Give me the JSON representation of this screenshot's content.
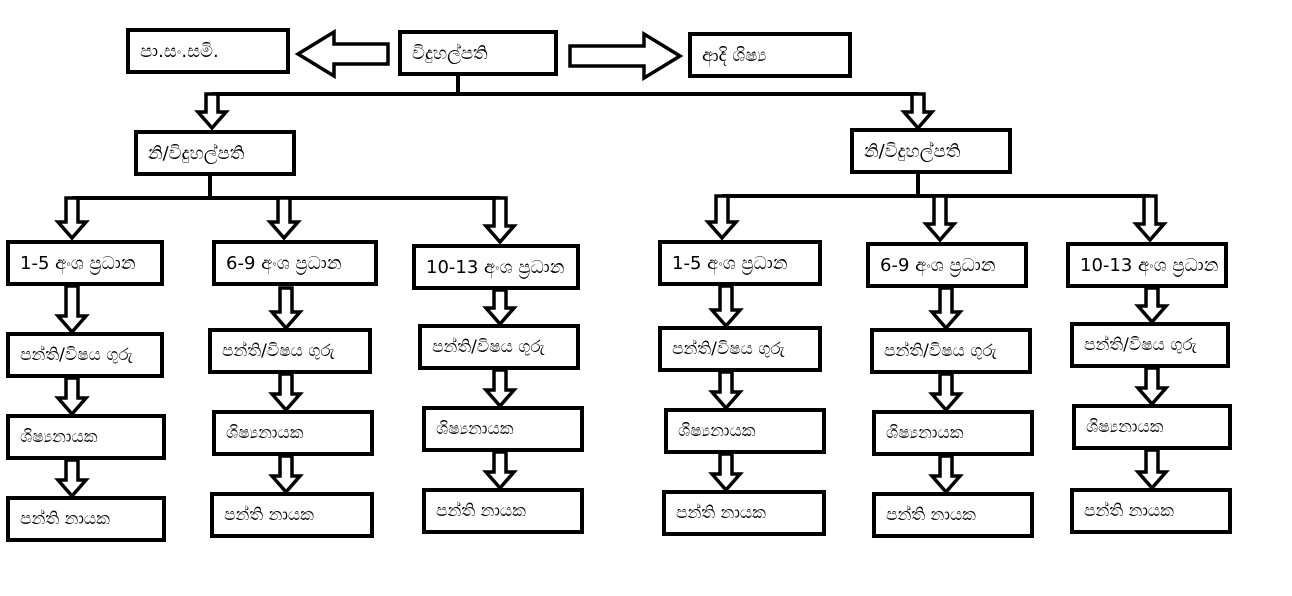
{
  "top": {
    "principal": "විදුහල්පති",
    "left_node": "පා.සං.සමි.",
    "right_node": "ආදි ශිෂ්‍ය"
  },
  "deputies": {
    "left": "නි/විදුහල්පති",
    "right": "නි/විදුහල්පති"
  },
  "columns": [
    {
      "head": "1-5 අංශ ප්‍රධාන",
      "teacher": "පන්ති/විෂය ගුරු",
      "prefect": "ශිෂ්‍යනායක",
      "monitor": "පන්ති නායක"
    },
    {
      "head": "6-9 අංශ ප්‍රධාන",
      "teacher": "පන්ති/විෂය ගුරු",
      "prefect": "ශිෂ්‍යනායක",
      "monitor": "පන්ති නායක"
    },
    {
      "head": "10-13 අංශ ප්‍රධාන",
      "teacher": "පන්ති/විෂය ගුරු",
      "prefect": "ශිෂ්‍යනායක",
      "monitor": "පන්ති නායක"
    },
    {
      "head": "1-5 අංශ ප්‍රධාන",
      "teacher": "පන්ති/විෂය ගුරු",
      "prefect": "ශිෂ්‍යනායක",
      "monitor": "පන්ති නායක"
    },
    {
      "head": "6-9 අංශ ප්‍රධාන",
      "teacher": "පන්ති/විෂය ගුරු",
      "prefect": "ශිෂ්‍යනායක",
      "monitor": "පන්ති නායක"
    },
    {
      "head": "10-13 අංශ ප්‍රධාන",
      "teacher": "පන්ති/විෂය ගුරු",
      "prefect": "ශිෂ්‍යනායක",
      "monitor": "පන්ති නායක"
    }
  ]
}
